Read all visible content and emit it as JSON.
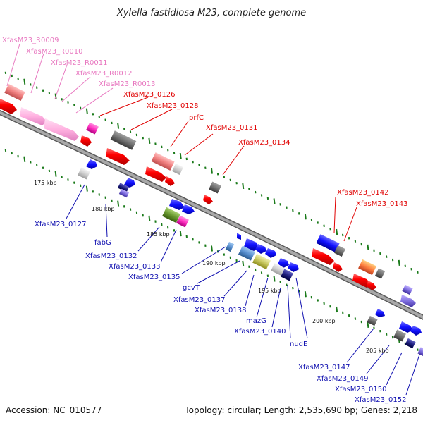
{
  "title": "Xylella fastidiosa M23, complete genome",
  "accession": "Accession: NC_010577",
  "topology": "Topology: circular; Length: 2,535,690 bp; Genes: 2,218",
  "colors": {
    "rna_label": "#e878c0",
    "forward_label": "#e00000",
    "reverse_label": "#1010b0",
    "backbone": "#888888",
    "tick": "#1a7a1a"
  },
  "scale_labels": [
    "175 kbp",
    "180 kbp",
    "185 kbp",
    "190 kbp",
    "195 kbp",
    "200 kbp",
    "205 kbp"
  ],
  "rna_labels": [
    "XfasM23_R0009",
    "XfasM23_R0010",
    "XfasM23_R0011",
    "XfasM23_R0012",
    "XfasM23_R0013"
  ],
  "forward_labels": [
    "XfasM23_0126",
    "XfasM23_0128",
    "prfC",
    "XfasM23_0131",
    "XfasM23_0134",
    "XfasM23_0142",
    "XfasM23_0143"
  ],
  "reverse_labels": [
    "XfasM23_0127",
    "fabG",
    "XfasM23_0132",
    "XfasM23_0133",
    "XfasM23_0135",
    "gcvT",
    "XfasM23_0137",
    "XfasM23_0138",
    "mazG",
    "XfasM23_0140",
    "nudE",
    "XfasM23_0147",
    "XfasM23_0149",
    "XfasM23_0150",
    "XfasM23_0152"
  ]
}
